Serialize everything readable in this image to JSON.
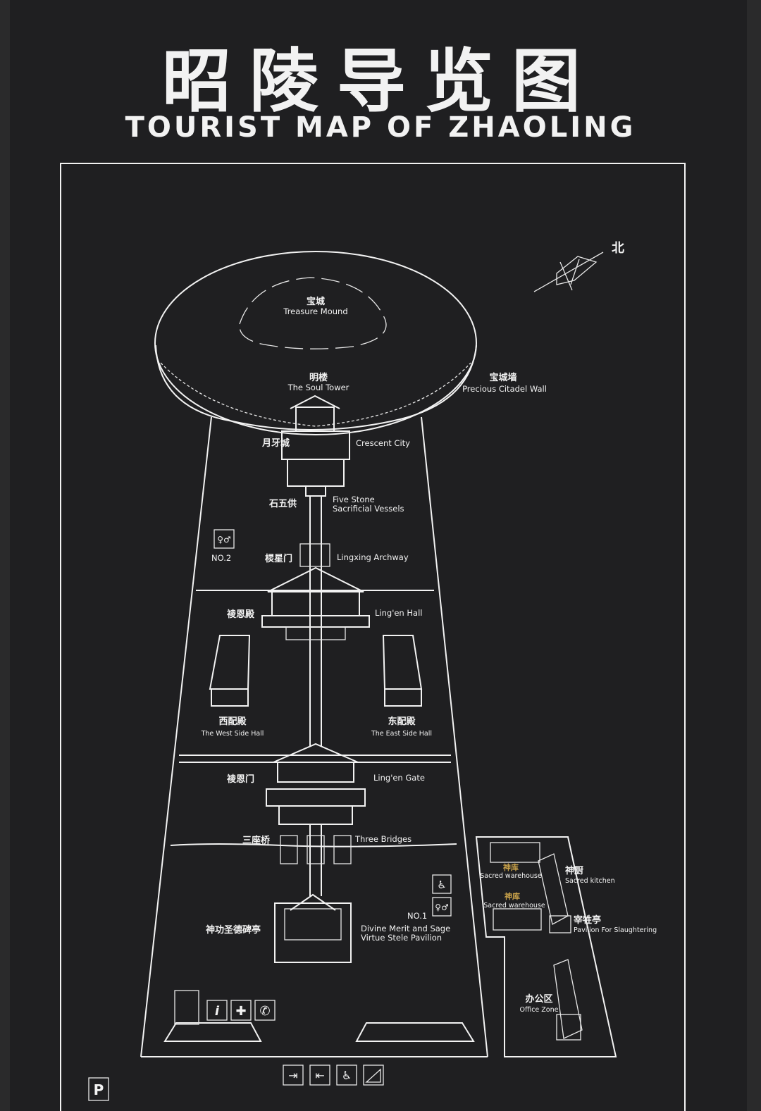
{
  "title": {
    "cn": "昭陵导览图",
    "en": "TOURIST MAP OF ZHAOLING"
  },
  "compass": {
    "north_label": "北"
  },
  "places": {
    "treasure_mound": {
      "cn": "宝城",
      "en": "Treasure Mound"
    },
    "soul_tower": {
      "cn": "明楼",
      "en": "The Soul Tower"
    },
    "citadel_wall": {
      "cn": "宝城墙",
      "en": "Precious Citadel Wall"
    },
    "crescent_city": {
      "cn": "月牙城",
      "en": "Crescent City"
    },
    "five_stone": {
      "cn": "石五供",
      "en_line1": "Five Stone",
      "en_line2": "Sacrificial Vessels"
    },
    "lingxing": {
      "cn": "棂星门",
      "en": "Lingxing Archway"
    },
    "toilet_no2": {
      "en": "NO.2"
    },
    "lingen_hall": {
      "cn": "祾恩殿",
      "en": "Ling'en Hall"
    },
    "west_hall": {
      "cn": "西配殿",
      "en": "The West Side Hall"
    },
    "east_hall": {
      "cn": "东配殿",
      "en": "The East Side Hall"
    },
    "lingen_gate": {
      "cn": "祾恩门",
      "en": "Ling'en Gate"
    },
    "three_bridges": {
      "cn": "三座桥",
      "en": "Three Bridges"
    },
    "toilet_no1": {
      "en": "NO.1"
    },
    "stele_pavilion": {
      "cn": "神功圣德碑亭",
      "en_line1": "Divine Merit and Sage",
      "en_line2": "Virtue Stele Pavilion"
    },
    "sacred_warehouse_1": {
      "cn": "神库",
      "en": "Sacred warehouse"
    },
    "sacred_warehouse_2": {
      "cn": "神库",
      "en": "Sacred warehouse"
    },
    "sacred_kitchen": {
      "cn": "神厨",
      "en": "Sacred kitchen"
    },
    "slaughter_pavilion": {
      "cn": "宰牲亭",
      "en": "Pavilion For Slaughtering"
    },
    "office_zone": {
      "cn": "办公区",
      "en": "Office Zone"
    }
  },
  "facility_icons": {
    "info": "i",
    "parking": "P",
    "icon_names": [
      "info-icon",
      "first-aid-icon",
      "phone-icon",
      "entrance-icon",
      "exit-icon",
      "wheelchair-icon",
      "ramp-icon",
      "toilet-icon",
      "parking-icon"
    ]
  },
  "colors": {
    "background": "#1f1f21",
    "line": "#f2f2f2",
    "accent": "#c9a24a"
  }
}
